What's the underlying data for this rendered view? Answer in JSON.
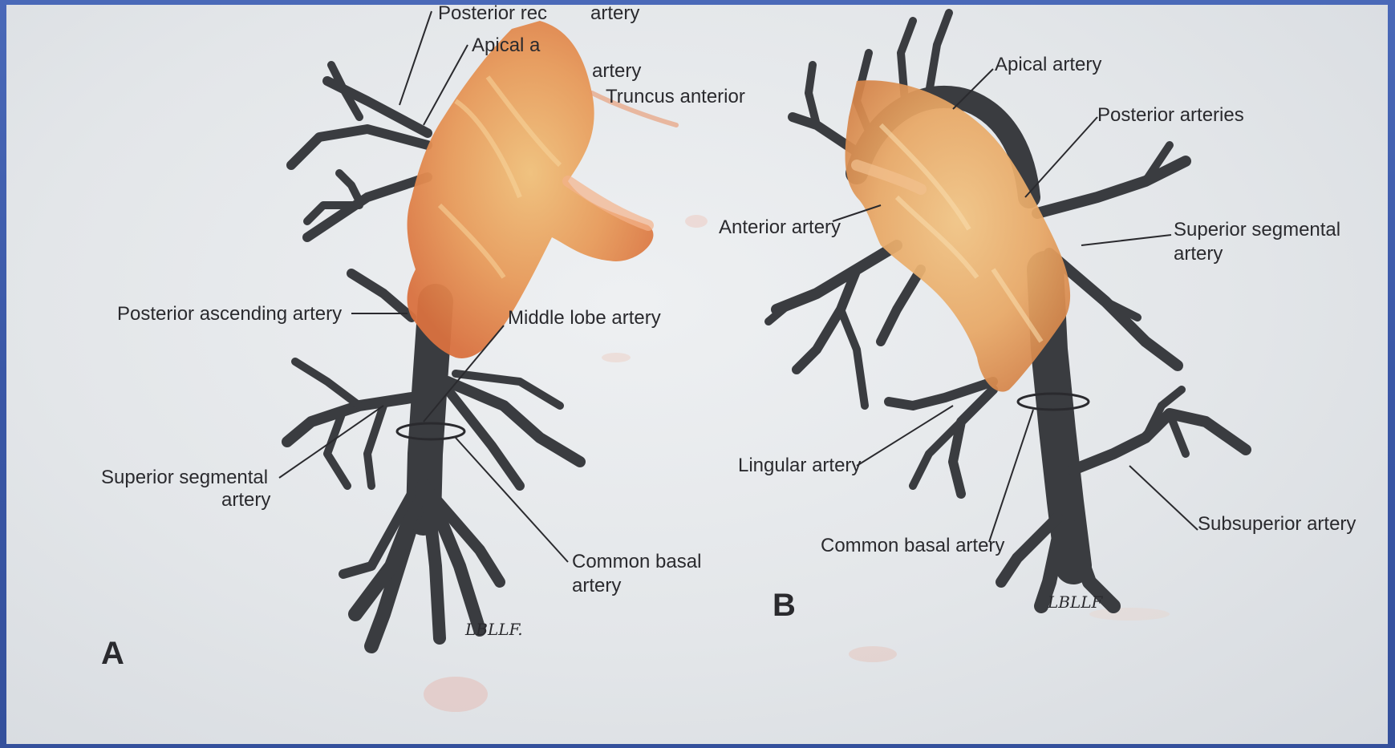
{
  "figure": {
    "panel_a": {
      "letter": "A",
      "labels": {
        "posterior_recurrent": "Posterior rec",
        "posterior_recurrent_tail": "artery",
        "apical": "Apical a",
        "artery_fragment": "artery",
        "truncus_anterior": "Truncus anterior",
        "posterior_ascending": "Posterior ascending artery",
        "middle_lobe": "Middle lobe artery",
        "superior_segmental_1": "Superior segmental",
        "superior_segmental_2": "artery",
        "common_basal_1": "Common basal",
        "common_basal_2": "artery"
      },
      "signature": "LBLLF."
    },
    "panel_b": {
      "letter": "B",
      "labels": {
        "apical": "Apical artery",
        "posterior_arteries": "Posterior arteries",
        "anterior": "Anterior artery",
        "superior_segmental_1": "Superior segmental",
        "superior_segmental_2": "artery",
        "lingular": "Lingular artery",
        "common_basal": "Common basal artery",
        "subsuperior": "Subsuperior artery"
      },
      "signature": "LBLLF"
    }
  },
  "colors": {
    "frame": "#3d5aa8",
    "paper": "#e6e8eb",
    "vessel": "#3a3c40",
    "tissue": "#e9a065",
    "label": "#2a2a2e"
  }
}
